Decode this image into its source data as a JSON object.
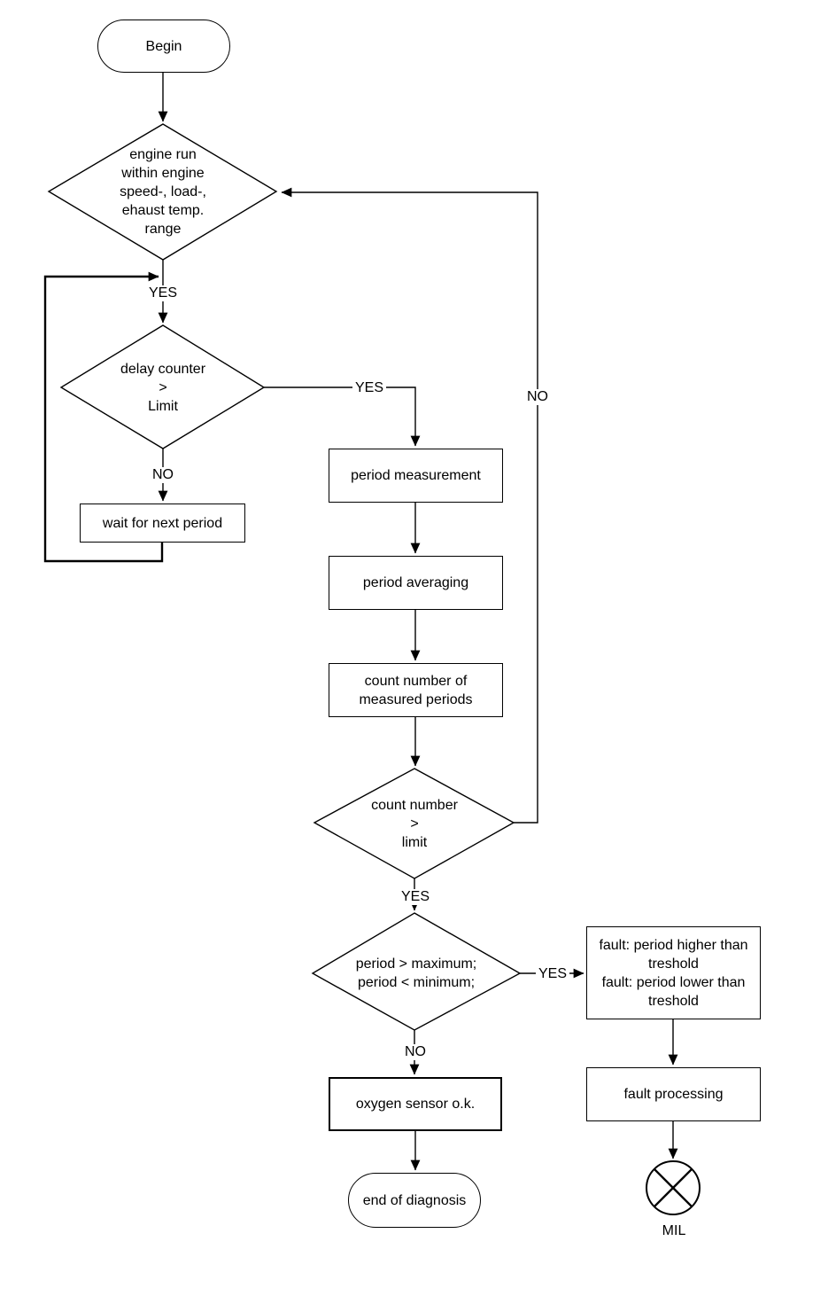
{
  "diagram": {
    "colors": {
      "line": "#000000",
      "background": "#ffffff"
    },
    "nodes": {
      "begin": "Begin",
      "engine_run_check": "engine run\nwithin engine\nspeed-, load-,\nehaust temp.\nrange",
      "delay_counter_check": "delay counter\n>\nLimit",
      "wait_for_next_period": "wait for next period",
      "period_measurement": "period measurement",
      "period_averaging": "period averaging",
      "count_measured_periods": "count number of\nmeasured periods",
      "count_number_check": "count number\n>\nlimit",
      "period_range_check": "period > maximum;\nperiod < minimum;",
      "fault_thresholds": "fault: period higher than\ntreshold\nfault: period lower than\ntreshold",
      "fault_processing": "fault processing",
      "oxygen_sensor_ok": "oxygen sensor o.k.",
      "end_of_diagnosis": "end of diagnosis",
      "mil": "MIL"
    },
    "edge_labels": {
      "engine_run_yes": "YES",
      "delay_counter_yes": "YES",
      "delay_counter_no": "NO",
      "count_number_yes": "YES",
      "count_number_no": "NO",
      "period_range_yes": "YES",
      "period_range_no": "NO"
    }
  }
}
